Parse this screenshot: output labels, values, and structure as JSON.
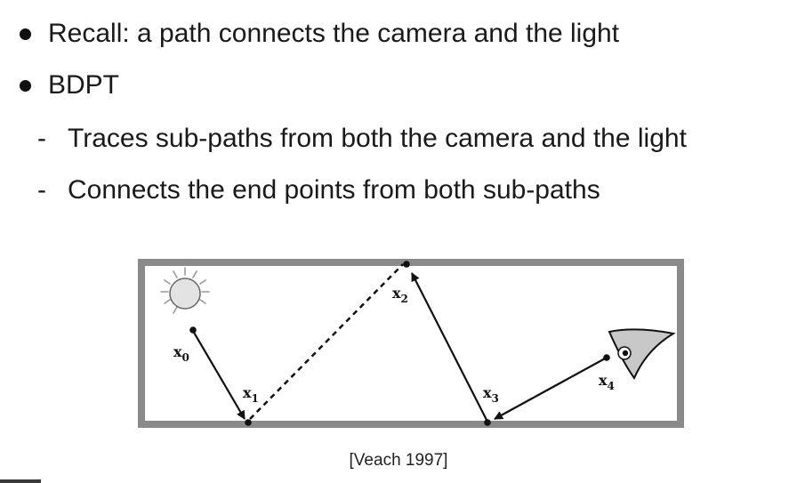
{
  "bullets": [
    {
      "text": "Recall: a path connects the camera and the light"
    },
    {
      "text": "BDPT"
    }
  ],
  "sub_bullets": [
    {
      "dash": "-",
      "text": "Traces sub-paths from both the camera and the light"
    },
    {
      "dash": "-",
      "text": "Connects the end points from both sub-paths"
    }
  ],
  "figure": {
    "labels": {
      "x0": {
        "base": "x",
        "sub": "0"
      },
      "x1": {
        "base": "x",
        "sub": "1"
      },
      "x2": {
        "base": "x",
        "sub": "2"
      },
      "x3": {
        "base": "x",
        "sub": "3"
      },
      "x4": {
        "base": "x",
        "sub": "4"
      }
    },
    "icons": [
      "light-source-icon",
      "camera-eye-icon"
    ]
  },
  "caption": "[Veach 1997]"
}
